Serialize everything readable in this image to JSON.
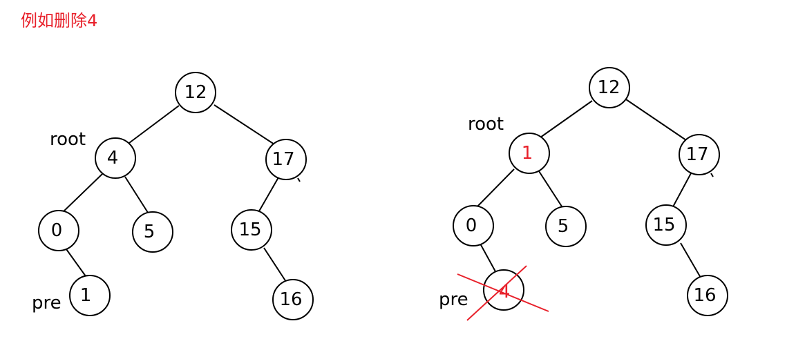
{
  "title": "例如删除4",
  "colors": {
    "highlight": "#e8202a",
    "stroke": "#000000",
    "background": "#ffffff"
  },
  "left_tree": {
    "root_label": "root",
    "pre_label": "pre",
    "nodes": {
      "n12": "12",
      "n4": "4",
      "n17": "17",
      "n0": "0",
      "n5": "5",
      "n15": "15",
      "n1": "1",
      "n16": "16"
    }
  },
  "right_tree": {
    "root_label": "root",
    "pre_label": "pre",
    "nodes": {
      "n12": "12",
      "n1": "1",
      "n17": "17",
      "n0": "0",
      "n5": "5",
      "n15": "15",
      "n4": "4",
      "n16": "16"
    }
  }
}
